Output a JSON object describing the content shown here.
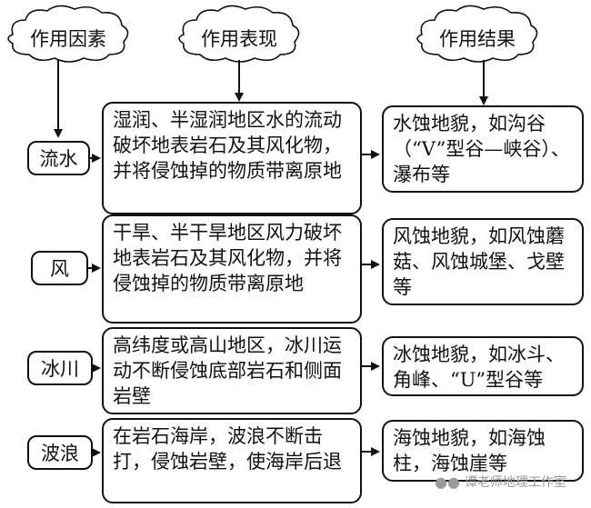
{
  "headers": {
    "factor": "作用因素",
    "manifest": "作用表现",
    "result": "作用结果"
  },
  "rows": [
    {
      "factor": "流水",
      "manifest": "湿润、半湿润地区水的流动破坏地表岩石及其风化物，并将侵蚀掉的物质带离原地",
      "result": "水蚀地貌，如沟谷（“V”型谷—峡谷）、瀑布等"
    },
    {
      "factor": "风",
      "manifest": "干旱、半干旱地区风力破坏地表岩石及其风化物，并将侵蚀掉的物质带离原地",
      "result": "风蚀地貌，如风蚀蘑菇、风蚀城堡、戈壁等"
    },
    {
      "factor": "冰川",
      "manifest": "高纬度或高山地区，冰川运动不断侵蚀底部岩石和侧面岩壁",
      "result": "冰蚀地貌，如冰斗、角峰、“U”型谷等"
    },
    {
      "factor": "波浪",
      "manifest": "在岩石海岸，波浪不断击打，侵蚀岩壁，使海岸后退",
      "result": "海蚀地貌，如海蚀柱，海蚀崖等"
    }
  ],
  "watermark": {
    "text": "谭老师地理工作室",
    "icon": "wechat-icon"
  }
}
